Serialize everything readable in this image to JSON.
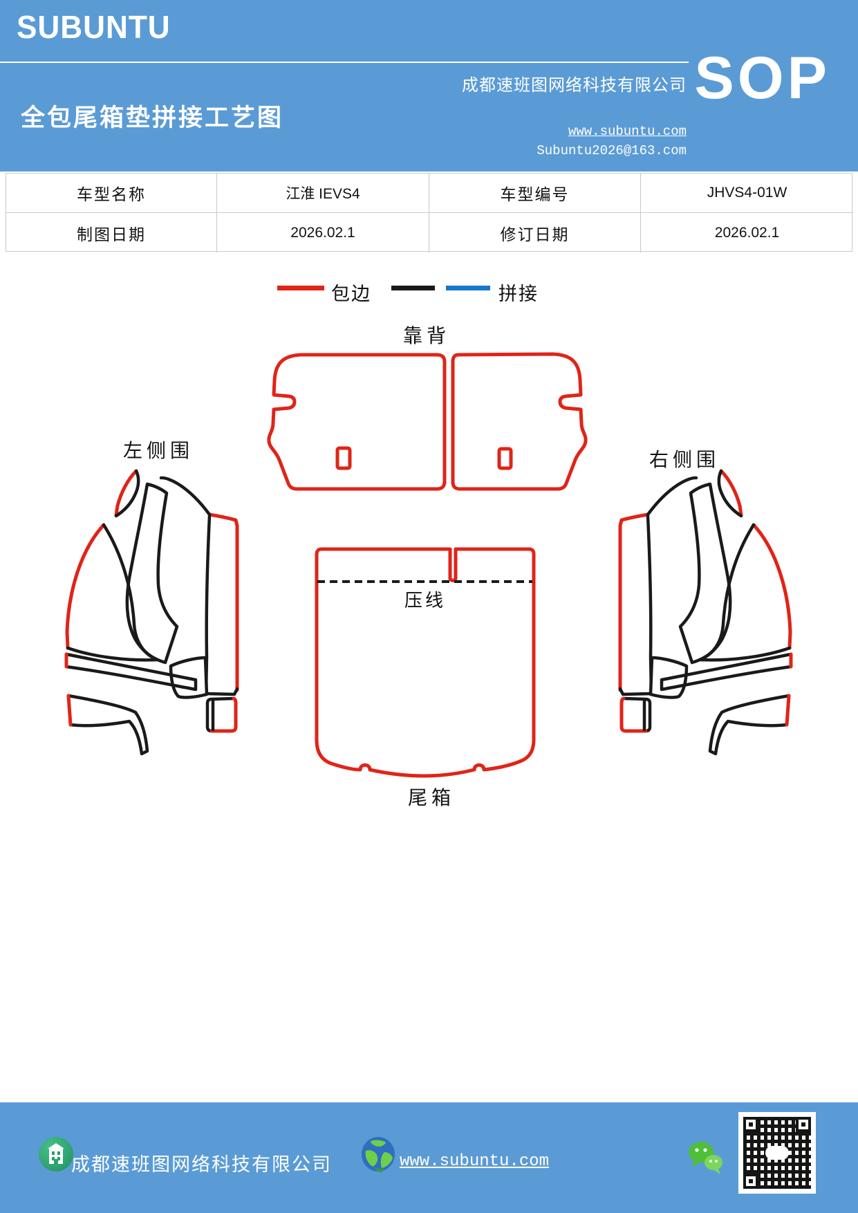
{
  "colors": {
    "header-blue": "#5b9bd5",
    "line-red": "#e02418",
    "line-black": "#1a1a1a",
    "line-blue": "#1878c8",
    "table-border": "#c9c9c9",
    "wechat-green": "#57c23d",
    "icon-green": "#27a567"
  },
  "header": {
    "logo": "SUBUNTU",
    "title": "全包尾箱垫拼接工艺图",
    "company": "成都速班图网络科技有限公司",
    "website": "www.subuntu.com",
    "email": "Subuntu2026@163.com",
    "sop_label": "SOP"
  },
  "table": {
    "rows": [
      {
        "cells": [
          "车型名称",
          "江淮 IEVS4",
          "车型编号",
          "JHVS4-01W"
        ]
      },
      {
        "cells": [
          "制图日期",
          "2026.02.1",
          "修订日期",
          "2026.02.1"
        ]
      }
    ]
  },
  "legend": {
    "binding_label": "包边",
    "splice_label": "拼接"
  },
  "diagram": {
    "backrest_label": "靠背",
    "left_side_label": "左侧围",
    "right_side_label": "右侧围",
    "press_line_label": "压线",
    "trunk_label": "尾箱"
  },
  "footer": {
    "company": "成都速班图网络科技有限公司",
    "website": "www.subuntu.com"
  },
  "icons": {
    "building": "building-icon",
    "globe": "globe-icon",
    "wechat": "wechat-icon",
    "qr": "qr-code"
  }
}
